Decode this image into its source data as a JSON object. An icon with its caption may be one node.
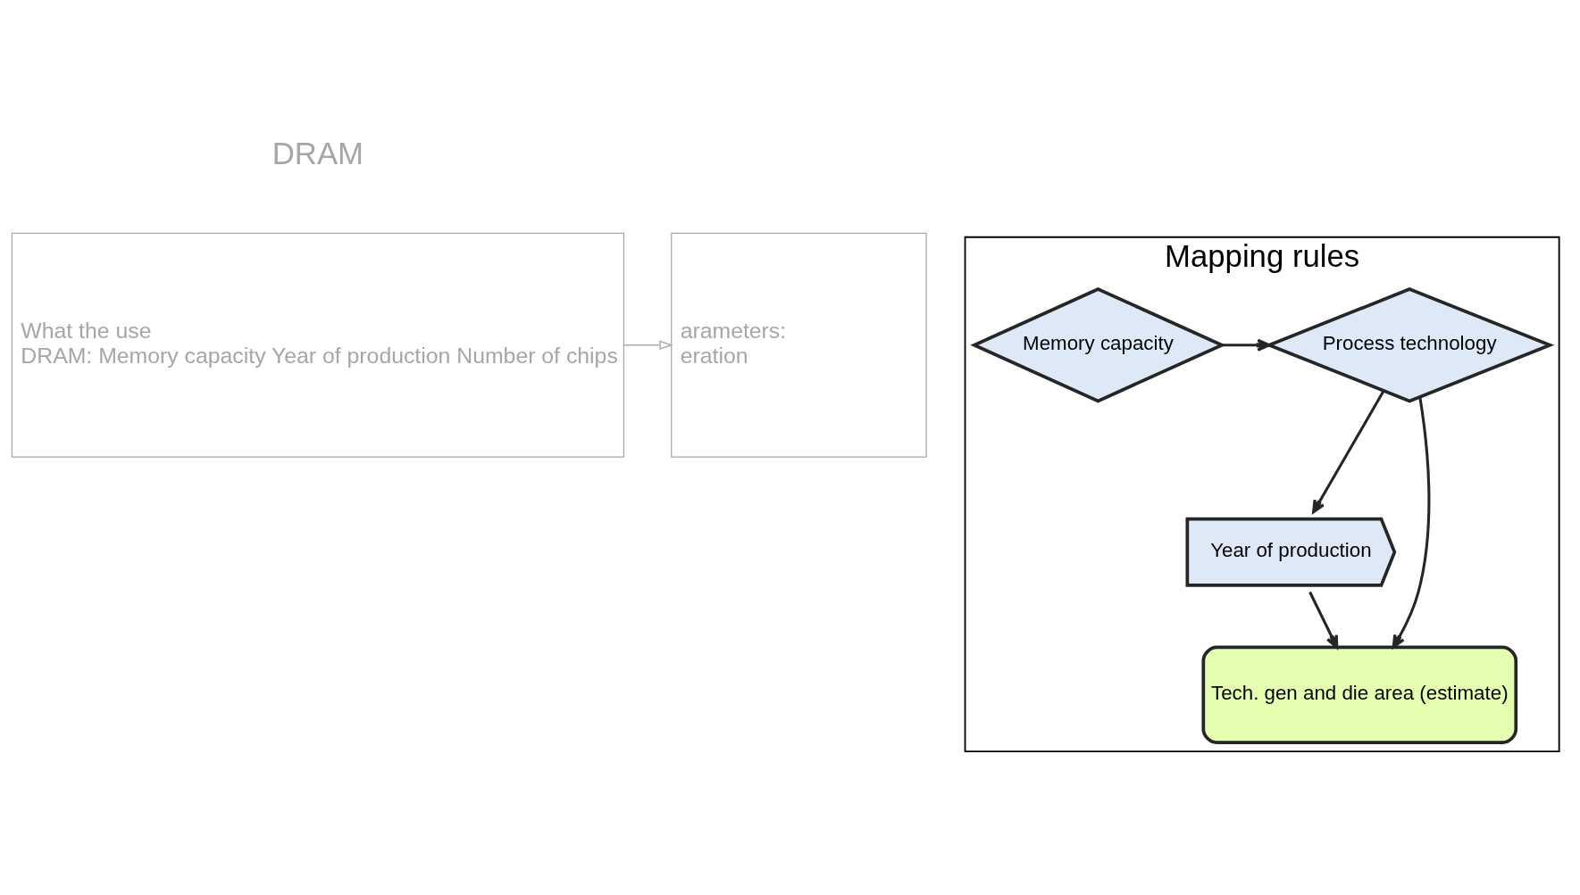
{
  "diagram": {
    "nodes": [
      {
        "text": [
          "What the use",
          "DRAM: Memory capacity Year of production Number of chips"
        ]
      },
      {
        "text": [
          "arameters:",
          "eration"
        ]
      },
      {
        "text": [
          "Mapping rules"
        ]
      },
      {
        "text": [
          "Memory capacity"
        ],
        "in": 2
      },
      {
        "text": [
          "Process technology"
        ],
        "in": 2
      },
      {
        "text": [
          "Year of production"
        ],
        "in": 2
      },
      {
        "text": [
          "Tech. gen and die area (estimate)"
        ],
        "in": 2
      }
    ],
    "edges": [
      {
        "from": 0,
        "to": 1,
        "arrow": "to",
        "color": "#a6abb3"
      },
      {
        "from": 3,
        "to": 4,
        "arrow": "to"
      },
      {
        "from": 4,
        "to": 5,
        "arrow": "to"
      },
      {
        "from": 4,
        "to": 6,
        "arrow": "to"
      },
      {
        "from": 5,
        "to": 6,
        "arrow": "to"
      }
    ],
    "labels": [
      "DRAM"
    ]
  }
}
